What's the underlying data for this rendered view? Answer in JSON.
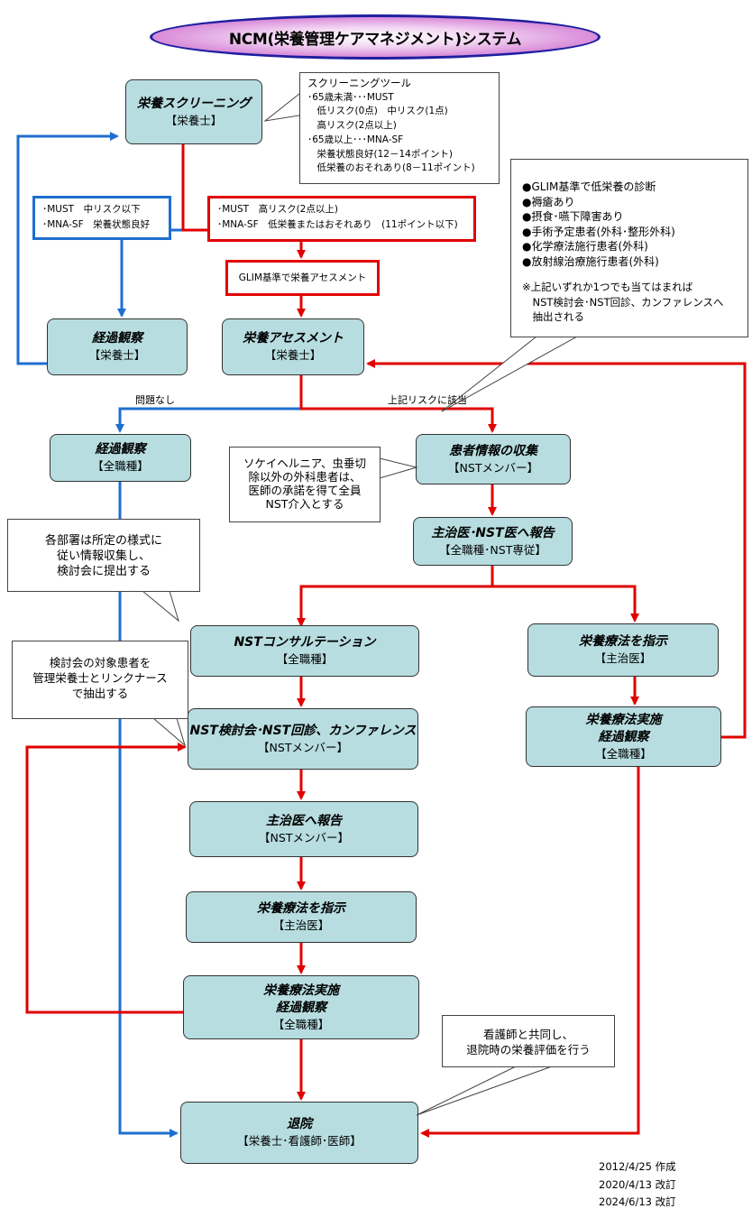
{
  "title": "NCM(栄養管理ケアマネジメント)システム",
  "colors": {
    "box_fill": "#b7dde0",
    "red_line": "#e00000",
    "blue_line": "#1e6fd0"
  },
  "boxes": {
    "screening": {
      "title": "栄養スクリーニング",
      "sub": "【栄養士】"
    },
    "observe_left": {
      "title": "経過観察",
      "sub": "【栄養士】"
    },
    "assessment": {
      "title": "栄養アセスメント",
      "sub": "【栄養士】"
    },
    "observe_all": {
      "title": "経過観察",
      "sub": "【全職種】"
    },
    "patient_info": {
      "title": "患者情報の収集",
      "sub": "【NSTメンバー】"
    },
    "report_doctor": {
      "title": "主治医･NST医へ報告",
      "sub": "【全職種･NST専従】"
    },
    "nst_consult": {
      "title": "NSTコンサルテーション",
      "sub": "【全職種】"
    },
    "therapy_instruct_right": {
      "title": "栄養療法を指示",
      "sub": "【主治医】"
    },
    "nst_conference": {
      "title": "NST検討会･NST回診、カンファレンス",
      "sub": "【NSTメンバー】"
    },
    "therapy_right": {
      "title1": "栄養療法実施",
      "title2": "経過観察",
      "sub": "【全職種】"
    },
    "report_main": {
      "title": "主治医へ報告",
      "sub": "【NSTメンバー】"
    },
    "therapy_instruct_center": {
      "title": "栄養療法を指示",
      "sub": "【主治医】"
    },
    "therapy_center": {
      "title1": "栄養療法実施",
      "title2": "経過観察",
      "sub": "【全職種】"
    },
    "discharge": {
      "title": "退院",
      "sub": "【栄養士･看護師･医師】"
    }
  },
  "criteria": {
    "low": [
      "･MUST　中リスク以下",
      "･MNA-SF　栄養状態良好"
    ],
    "high": [
      "･MUST　高リスク(2点以上)",
      "･MNA-SF　低栄養またはおそれあり　(11ポイント以下)"
    ],
    "glim": "GLIM基準で栄養アセスメント"
  },
  "notes": {
    "tools": [
      "スクリーニングツール",
      "･65歳未満･･･MUST",
      "　低リスク(0点)　中リスク(1点)",
      "　高リスク(2点以上)",
      "･65歳以上･･･MNA-SF",
      "　栄養状態良好(12－14ポイント)",
      "　低栄養のおそれあり(8－11ポイント)"
    ],
    "risk": [
      "●GLIM基準で低栄養の診断",
      "●褥瘡あり",
      "●摂食･嚥下障害あり",
      "●手術予定患者(外科･整形外科)",
      "●化学療法施行患者(外科)",
      "●放射線治療施行患者(外科)",
      "",
      "※上記いずれか1つでも当てはまれば",
      "　NST検討会･NST回診、カンファレンスへ",
      "　抽出される"
    ],
    "hernia": [
      "ソケイヘルニア、虫垂切",
      "除以外の外科患者は、",
      "医師の承諾を得て全員",
      "NST介入とする"
    ],
    "departments": [
      "各部署は所定の様式に",
      "従い情報収集し、",
      "検討会に提出する"
    ],
    "target": [
      "検討会の対象患者を",
      "管理栄養士とリンクナース",
      "で抽出する"
    ],
    "nurse": [
      "看護師と共同し、",
      "退院時の栄養評価を行う"
    ]
  },
  "labels": {
    "no_problem": "問題なし",
    "risk_applies": "上記リスクに該当"
  },
  "dates": [
    "2012/4/25 作成",
    "2020/4/13 改訂",
    "2024/6/13 改訂"
  ]
}
